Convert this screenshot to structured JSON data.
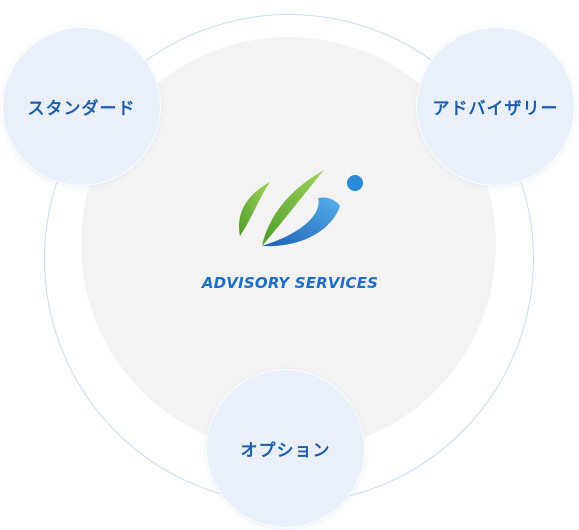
{
  "diagram": {
    "center": {
      "logo_icon": "advisory-leaf-logo",
      "logo_text": "ADVISORY SERVICES"
    },
    "nodes": [
      {
        "id": "standard",
        "label": "スタンダード"
      },
      {
        "id": "advisory",
        "label": "アドバイザリー"
      },
      {
        "id": "option",
        "label": "オプション"
      }
    ]
  },
  "colors": {
    "accent_text": "#1d5ea8",
    "logo_blue": "#1e6fc4",
    "logo_green": "#7cc242",
    "node_fill": "#e9f0fb",
    "inner_disc": "#f3f3f3",
    "ring_stroke": "#c9dcf4"
  }
}
